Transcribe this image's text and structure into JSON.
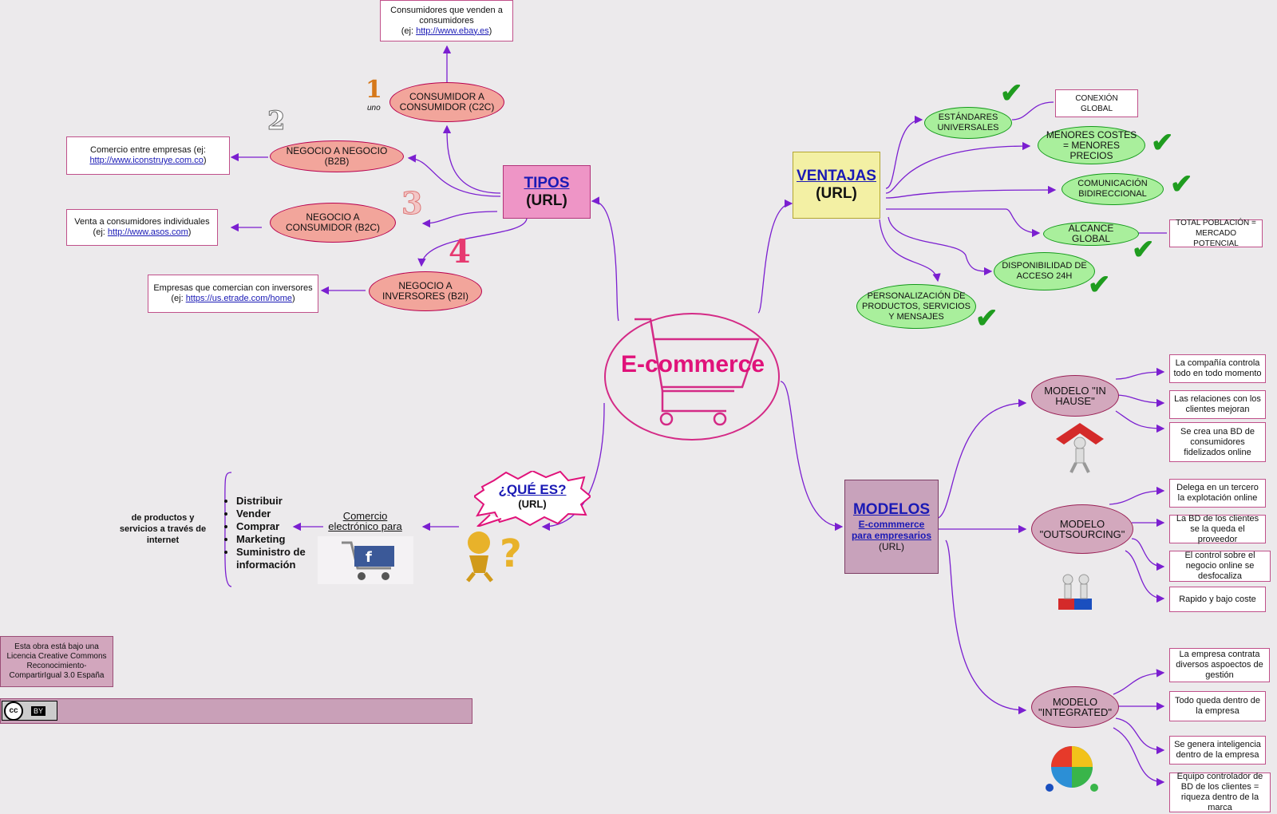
{
  "center": {
    "label": "E-commerce"
  },
  "tipos": {
    "title": "TIPOS",
    "url": "(URL)"
  },
  "ventajas": {
    "title": "VENTAJAS",
    "url": "(URL)"
  },
  "modelos": {
    "title": "MODELOS",
    "sub1": "E-commmerce",
    "sub2": "para empresarios",
    "url": "(URL)"
  },
  "que_es": {
    "title": "¿QUÉ ES?",
    "url": "(URL)"
  },
  "tipos_items": {
    "c2c": {
      "node": "CONSUMIDOR A CONSUMIDOR (C2C)",
      "desc1": "Consumidores que venden a consumidores",
      "desc_prefix": "(ej: ",
      "link": "http://www.ebay.es",
      "desc_suffix": ")",
      "num": "1",
      "num_word": "uno"
    },
    "b2b": {
      "node": "NEGOCIO A NEGOCIO (B2B)",
      "desc1": "Comercio entre empresas (ej:",
      "link": "http://www.iconstruye.com.co",
      "desc_suffix": ")",
      "num": "2"
    },
    "b2c": {
      "node": "NEGOCIO A CONSUMIDOR (B2C)",
      "desc1": "Venta a consumidores individuales",
      "desc_prefix": "(ej: ",
      "link": "http://www.asos.com",
      "desc_suffix": ")",
      "num": "3"
    },
    "b2i": {
      "node": "NEGOCIO A INVERSORES (B2I)",
      "desc1": "Empresas que comercian con inversores",
      "desc_prefix": "(ej: ",
      "link": "https://us.etrade.com/home",
      "desc_suffix": ")",
      "num": "4"
    }
  },
  "ventajas_items": {
    "estandares": "ESTÁNDARES UNIVERSALES",
    "conexion": "CONEXIÓN GLOBAL",
    "costes": "MENORES COSTES = MENORES PRECIOS",
    "comunicacion": "COMUNICACIÓN BIDIRECCIONAL",
    "alcance": "ALCANCE GLOBAL",
    "poblacion": "TOTAL POBLACIÓN = MERCADO POTENCIAL",
    "disponibilidad": "DISPONIBILIDAD DE ACCESO 24H",
    "personalizacion": "PERSONALIZACIÓN DE PRODUCTOS, SERVICIOS Y MENSAJES",
    "check": "✔"
  },
  "modelos_items": {
    "inhause": {
      "node": "MODELO \"IN HAUSE\"",
      "d1": "La compañía controla todo en todo momento",
      "d2": "Las relaciones con los clientes mejoran",
      "d3": "Se crea una BD de consumidores fidelizados online"
    },
    "outsourcing": {
      "node": "MODELO \"OUTSOURCING\"",
      "d1": "Delega en un tercero la explotación online",
      "d2": "La BD de los clientes se la queda el proveedor",
      "d3": "El control sobre el negocio online se desfocaliza",
      "d4": "Rapido y bajo coste"
    },
    "integrated": {
      "node": "MODELO \"INTEGRATED\"",
      "d1": "La empresa contrata diversos aspoectos de gestión",
      "d2": "Todo queda dentro de la empresa",
      "d3": "Se genera inteligencia dentro de la empresa",
      "d4": "Equipo controlador de BD de los clientes = riqueza dentro de la marca"
    }
  },
  "que_es_items": {
    "comercio": "Comercio electrónico para",
    "list": [
      "Distribuir",
      "Vender",
      "Comprar",
      "Marketing",
      "Suministro de información"
    ],
    "de_productos": "de productos y servicios a través de internet"
  },
  "license": {
    "text": "Esta obra está bajo una Licencia Creative Commons Reconocimiento-CompartirIgual 3.0 España",
    "badge": "cc",
    "badge_by": "BY"
  },
  "colors": {
    "line": "#7b1fd0",
    "pink": "#e0127a",
    "green_check": "#1f9c1f"
  }
}
